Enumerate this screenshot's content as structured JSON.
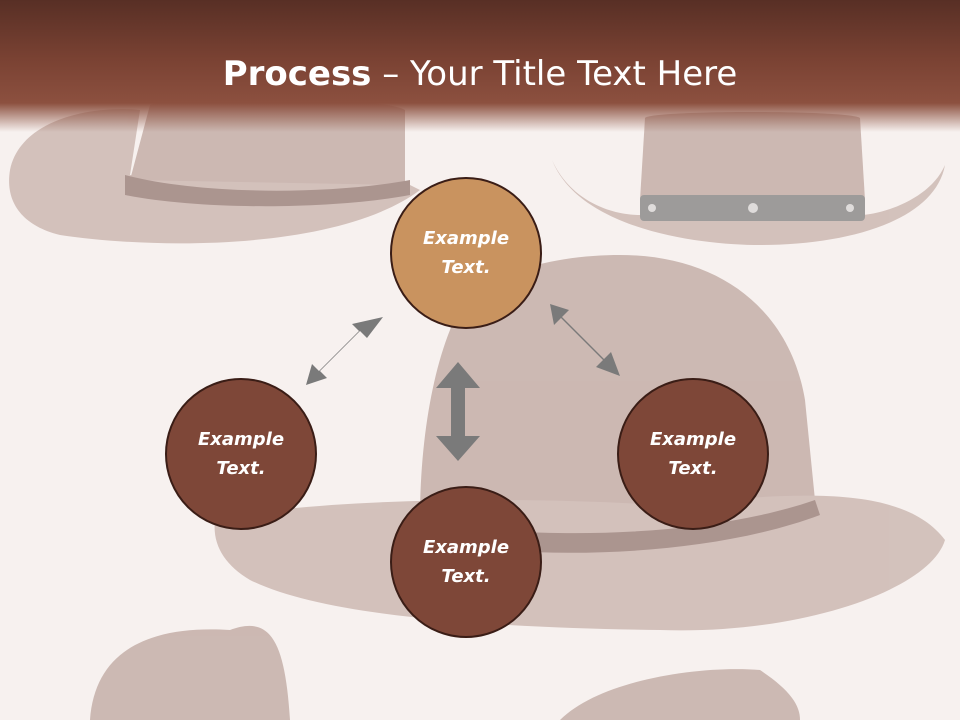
{
  "slide": {
    "title_bold": "Process",
    "title_rest": " – Your Title Text Here"
  },
  "nodes": {
    "top": "Example\nText.",
    "left": "Example\nText.",
    "right": "Example\nText.",
    "bottom": "Example\nText."
  },
  "colors": {
    "header": "#7a4233",
    "node_accent": "#c9935f",
    "node_main": "#7e4738",
    "arrow": "#7a7a7a",
    "background": "#f7f1ef"
  }
}
